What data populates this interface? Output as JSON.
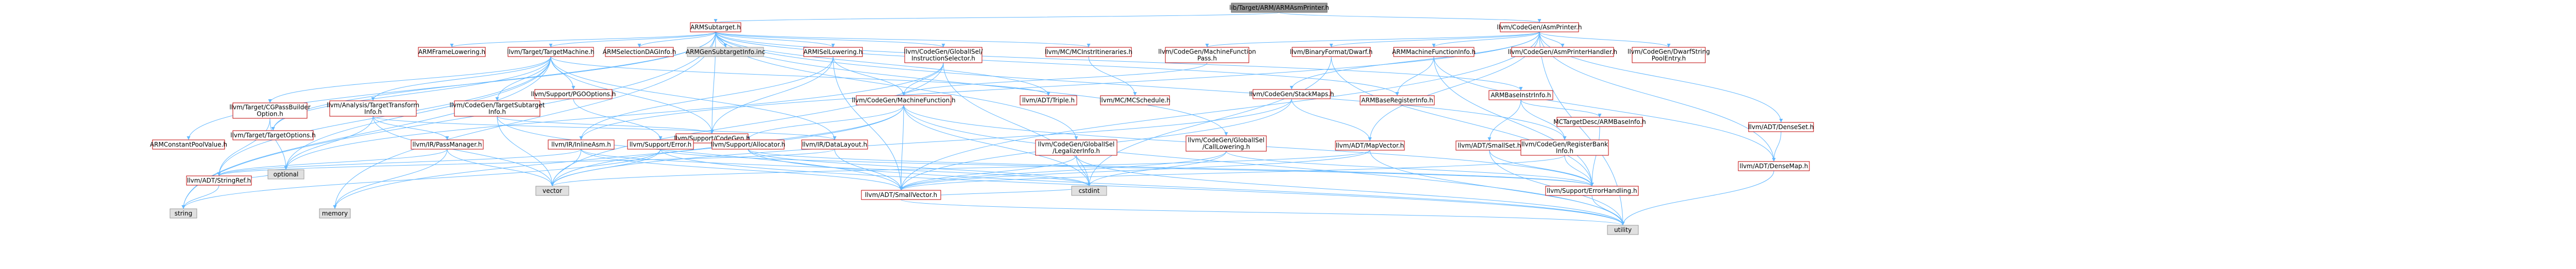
{
  "diagram": {
    "type": "include-dependency-graph",
    "edge_color": "#63b8ff",
    "node_styles": {
      "root": {
        "fill": "#999999",
        "border": "#666666"
      },
      "documented": {
        "fill": "#ffffff",
        "border": "#bf0000"
      },
      "external": {
        "fill": "#e0e0e0",
        "border": "#999999"
      }
    },
    "nodes": [
      {
        "id": "root",
        "label": "lib/Target/ARM/ARMAsmPrinter.h",
        "style": "root"
      },
      {
        "id": "armsub",
        "label": "ARMSubtarget.h",
        "style": "documented"
      },
      {
        "id": "asmprinter",
        "label": "llvm/CodeGen/AsmPrinter.h",
        "style": "documented"
      },
      {
        "id": "framelow",
        "label": "ARMFrameLowering.h",
        "style": "documented"
      },
      {
        "id": "tgtmach",
        "label": "llvm/Target/TargetMachine.h",
        "style": "documented"
      },
      {
        "id": "seldag",
        "label": "ARMSelectionDAGInfo.h",
        "style": "documented"
      },
      {
        "id": "subinfo",
        "label": "ARMGenSubtargetInfo.inc",
        "style": "external"
      },
      {
        "id": "isellow",
        "label": "ARMISelLowering.h",
        "style": "documented"
      },
      {
        "id": "gisel",
        "label": "llvm/CodeGen/GlobalISel/\nInstructionSelector.h",
        "style": "documented"
      },
      {
        "id": "mcinst",
        "label": "llvm/MC/MCInstrItineraries.h",
        "style": "documented"
      },
      {
        "id": "mfpass",
        "label": "llvm/CodeGen/MachineFunction\nPass.h",
        "style": "documented"
      },
      {
        "id": "bindwarf",
        "label": "llvm/BinaryFormat/Dwarf.h",
        "style": "documented"
      },
      {
        "id": "armmfi",
        "label": "ARMMachineFunctionInfo.h",
        "style": "documented"
      },
      {
        "id": "asmhandler",
        "label": "llvm/CodeGen/AsmPrinterHandler.h",
        "style": "documented"
      },
      {
        "id": "dwarfstr",
        "label": "llvm/CodeGen/DwarfString\nPoolEntry.h",
        "style": "documented"
      },
      {
        "id": "cgpass",
        "label": "llvm/Target/CGPassBuilder\nOption.h",
        "style": "documented"
      },
      {
        "id": "tgtopts",
        "label": "llvm/Target/TargetOptions.h",
        "style": "documented"
      },
      {
        "id": "cpv",
        "label": "ARMConstantPoolValue.h",
        "style": "documented"
      },
      {
        "id": "tti",
        "label": "llvm/Analysis/TargetTransform\nInfo.h",
        "style": "documented"
      },
      {
        "id": "tsi",
        "label": "llvm/CodeGen/TargetSubtarget\nInfo.h",
        "style": "documented"
      },
      {
        "id": "pgo",
        "label": "llvm/Support/PGOOptions.h",
        "style": "documented"
      },
      {
        "id": "codegen",
        "label": "llvm/Support/CodeGen.h",
        "style": "documented"
      },
      {
        "id": "mf",
        "label": "llvm/CodeGen/MachineFunction.h",
        "style": "documented"
      },
      {
        "id": "triple",
        "label": "llvm/ADT/Triple.h",
        "style": "documented"
      },
      {
        "id": "mcsched",
        "label": "llvm/MC/MCSchedule.h",
        "style": "documented"
      },
      {
        "id": "stackmaps",
        "label": "llvm/CodeGen/StackMaps.h",
        "style": "documented"
      },
      {
        "id": "basereg",
        "label": "ARMBaseRegisterInfo.h",
        "style": "documented"
      },
      {
        "id": "baseinstr",
        "label": "ARMBaseInstrInfo.h",
        "style": "documented"
      },
      {
        "id": "densemap",
        "label": "llvm/ADT/DenseMap.h",
        "style": "documented"
      },
      {
        "id": "denseset",
        "label": "llvm/ADT/DenseSet.h",
        "style": "documented"
      },
      {
        "id": "passmgr",
        "label": "llvm/IR/PassManager.h",
        "style": "documented"
      },
      {
        "id": "inlineasm",
        "label": "llvm/IR/InlineAsm.h",
        "style": "documented"
      },
      {
        "id": "error",
        "label": "llvm/Support/Error.h",
        "style": "documented"
      },
      {
        "id": "allocator",
        "label": "llvm/Support/Allocator.h",
        "style": "documented"
      },
      {
        "id": "datalayout",
        "label": "llvm/IR/DataLayout.h",
        "style": "documented"
      },
      {
        "id": "legalinfo",
        "label": "llvm/CodeGen/GlobalISel\n/LegalizerInfo.h",
        "style": "documented"
      },
      {
        "id": "calllow",
        "label": "llvm/CodeGen/GlobalISel\n/CallLowering.h",
        "style": "documented"
      },
      {
        "id": "mapvector",
        "label": "llvm/ADT/MapVector.h",
        "style": "documented"
      },
      {
        "id": "smallset",
        "label": "llvm/ADT/SmallSet.h",
        "style": "documented"
      },
      {
        "id": "regbank",
        "label": "llvm/CodeGen/RegisterBank\nInfo.h",
        "style": "documented"
      },
      {
        "id": "mctgtdesc",
        "label": "MCTargetDesc/ARMBaseInfo.h",
        "style": "documented"
      },
      {
        "id": "stringref",
        "label": "llvm/ADT/StringRef.h",
        "style": "documented"
      },
      {
        "id": "optional",
        "label": "optional",
        "style": "external"
      },
      {
        "id": "vector",
        "label": "vector",
        "style": "external"
      },
      {
        "id": "smallvec",
        "label": "llvm/ADT/SmallVector.h",
        "style": "documented"
      },
      {
        "id": "cstdint",
        "label": "cstdint",
        "style": "external"
      },
      {
        "id": "errhand",
        "label": "llvm/Support/ErrorHandling.h",
        "style": "documented"
      },
      {
        "id": "string",
        "label": "string",
        "style": "external"
      },
      {
        "id": "memory",
        "label": "memory",
        "style": "external"
      },
      {
        "id": "utility",
        "label": "utility",
        "style": "external"
      }
    ]
  }
}
